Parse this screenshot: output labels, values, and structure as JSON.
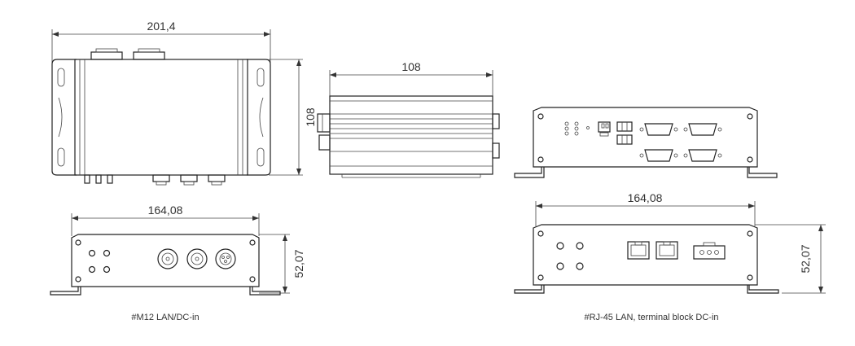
{
  "dimensions": {
    "top_width": "201,4",
    "top_height": "108",
    "side_width": "108",
    "front_m12_width": "164,08",
    "front_m12_height": "52,07",
    "front_rj45_width": "164,08",
    "front_rj45_height": "52,07"
  },
  "captions": {
    "m12": "#M12 LAN/DC-in",
    "rj45": "#RJ-45 LAN, terminal block DC-in"
  }
}
